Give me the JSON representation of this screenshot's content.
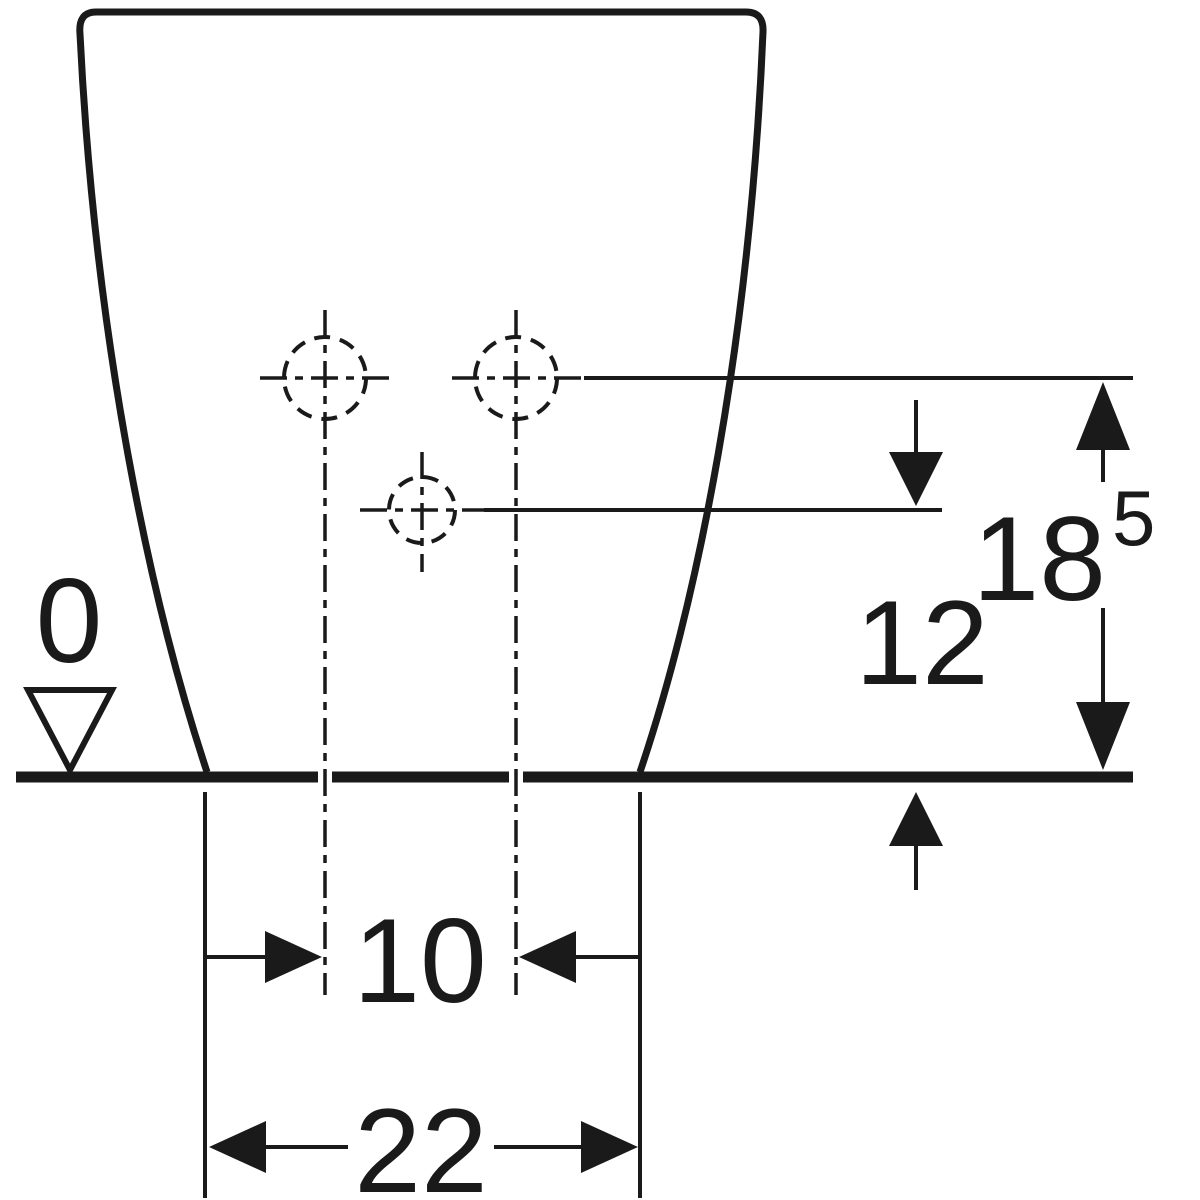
{
  "drawing": {
    "type": "technical-dimension-drawing",
    "line_color": "#1a1a1a",
    "background_color": "#ffffff",
    "dimensions": {
      "datum_level": "0",
      "upper_holes_height_main": "18",
      "upper_holes_height_sup": "5",
      "lower_hole_height": "12",
      "hole_spacing": "10",
      "base_width": "22"
    }
  }
}
